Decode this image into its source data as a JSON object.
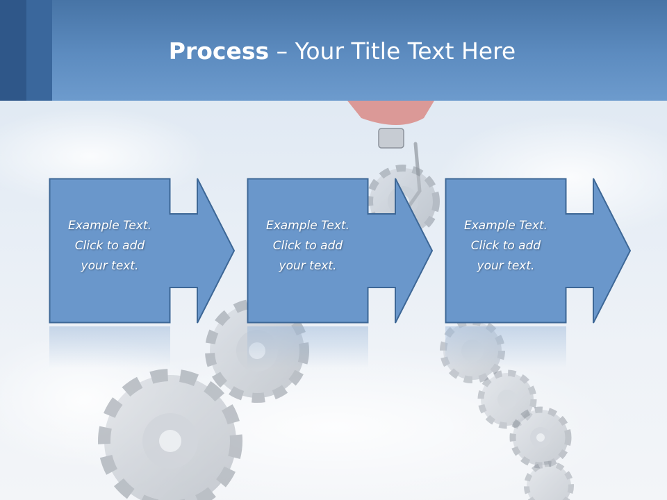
{
  "slide": {
    "title_strong": "Process",
    "title_rest": " – Your Title Text Here"
  },
  "blocks": [
    {
      "line1": "Example Text.",
      "line2": "Click  to add",
      "line3": "your text."
    },
    {
      "line1": "Example Text.",
      "line2": "Click  to add",
      "line3": "your text."
    },
    {
      "line1": "Example Text.",
      "line2": "Click  to add",
      "line3": "your text."
    }
  ],
  "colors": {
    "header": "#5d8cc0",
    "header_band_dark": "#2f5789",
    "block_fill": "#6a97cb",
    "block_stroke": "#3d6796",
    "text": "#ffffff"
  },
  "icons": [
    "gear-icon",
    "balloon-icon",
    "arrow-right-icon"
  ]
}
